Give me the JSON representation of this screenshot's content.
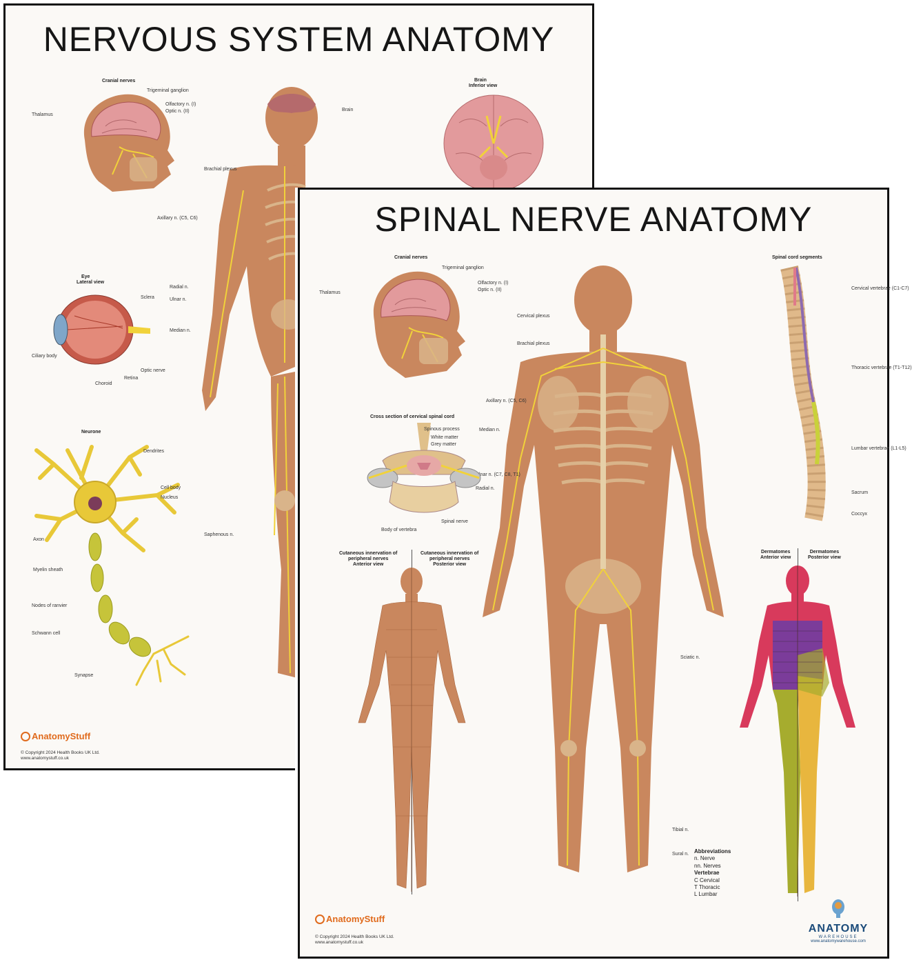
{
  "back_poster": {
    "title": "NERVOUS SYSTEM ANATOMY",
    "sections": {
      "cranial_nerves": "Cranial nerves",
      "brain": "Brain",
      "brain_view": "Inferior view",
      "eye": "Eye",
      "eye_view": "Lateral view",
      "neurone": "Neurone"
    },
    "labels": {
      "trigeminal": "Trigeminal ganglion",
      "olfactory": "Olfactory n. (I)",
      "optic": "Optic n. (II)",
      "thalamus": "Thalamus",
      "brain": "Brain",
      "brachial": "Brachial plexus",
      "axillary": "Axillary n. (C5, C6)",
      "radial": "Radial n.",
      "ulnar": "Ulnar n.",
      "median": "Median n.",
      "saphenous": "Saphenous n.",
      "dendrites": "Dendrites",
      "cell_body": "Cell body",
      "nucleus": "Nucleus",
      "axon": "Axon",
      "myelin": "Myelin sheath",
      "nodes": "Nodes of ranvier",
      "schwann": "Schwann cell",
      "synapse": "Synapse",
      "retina": "Retina",
      "choroid": "Choroid",
      "ciliary": "Ciliary body",
      "optic_nerve": "Optic nerve",
      "sclera": "Sclera"
    },
    "logo": "AnatomyStuff",
    "copyright_line1": "© Copyright 2024 Health Books UK Ltd.",
    "copyright_line2": "www.anatomystuff.co.uk"
  },
  "front_poster": {
    "title": "SPINAL NERVE ANATOMY",
    "sections": {
      "cranial_nerves": "Cranial nerves",
      "spinal_cord_segments": "Spinal cord segments",
      "cross_section": "Cross section of cervical spinal cord",
      "cutaneous_anterior_1": "Cutaneous innervation of",
      "cutaneous_anterior_2": "peripheral nerves",
      "cutaneous_anterior_3": "Anterior view",
      "cutaneous_posterior_1": "Cutaneous innervation of",
      "cutaneous_posterior_2": "peripheral nerves",
      "cutaneous_posterior_3": "Posterior view",
      "dermatomes_anterior_1": "Dermatomes",
      "dermatomes_anterior_2": "Anterior view",
      "dermatomes_posterior_1": "Dermatomes",
      "dermatomes_posterior_2": "Posterior view"
    },
    "labels": {
      "trigeminal": "Trigeminal ganglion",
      "olfactory": "Olfactory n. (I)",
      "optic": "Optic n. (II)",
      "thalamus": "Thalamus",
      "cervical_plexus": "Cervical plexus",
      "brachial_plexus": "Brachial plexus",
      "axillary": "Axillary n. (C5, C6)",
      "radial": "Radial n.",
      "ulnar": "Ulnar n. (C7, C8, T1)",
      "median": "Median n.",
      "sciatic": "Sciatic n.",
      "tibial": "Tibial n.",
      "sural": "Sural n.",
      "spinal_process": "Spinous process",
      "white_matter": "White matter",
      "grey_matter": "Grey matter",
      "body_vertebra": "Body of vertebra",
      "spinal_nerve": "Spinal nerve",
      "cervical_vertebrae": "Cervical vertebrae (C1-C7)",
      "thoracic_vertebrae": "Thoracic vertebrae (T1-T12)",
      "lumbar_vertebrae": "Lumbar vertebrae (L1-L5)",
      "sacrum": "Sacrum",
      "coccyx": "Coccyx"
    },
    "abbreviations": {
      "heading": "Abbreviations",
      "n": "n.  Nerve",
      "nn": "nn.  Nerves",
      "vertebrae": "Vertebrae",
      "c": "C  Cervical",
      "t": "T  Thoracic",
      "l": "L  Lumbar"
    },
    "logo": "AnatomyStuff",
    "copyright_line1": "© Copyright 2024 Health Books UK Ltd.",
    "copyright_line2": "www.anatomystuff.co.uk",
    "warehouse_name": "ANATOMY",
    "warehouse_sub": "WAREHOUSE",
    "warehouse_url": "www.anatomywarehouse.com"
  },
  "colors": {
    "skin": "#c9875e",
    "skin_dark": "#a8663f",
    "nerve": "#f1d23a",
    "bone": "#d9b48a",
    "brain": "#e29a9c",
    "dermatome_red": "#d83a5c",
    "dermatome_purple": "#7b3c9a",
    "dermatome_olive": "#a6ac2e",
    "dermatome_yellow": "#e8b63e",
    "logo_orange": "#e06a1c",
    "warehouse_blue": "#1b4b7a"
  }
}
